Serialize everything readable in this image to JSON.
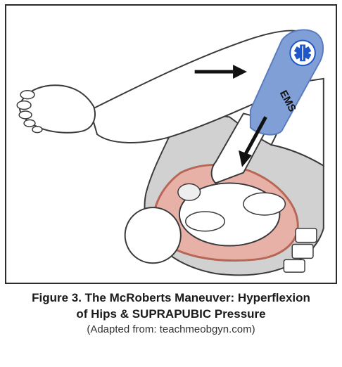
{
  "figure": {
    "ems_label": "EMS",
    "colors": {
      "outline": "#3a3a3a",
      "skin": "#ffffff",
      "pelvis_fill": "#cfcfcf",
      "glove": "#7f9fd6",
      "glove_dark": "#5a7cbf",
      "uterus": "#c87a6e",
      "arrow": "#111111",
      "star_of_life": "#1f57c9"
    }
  },
  "caption": {
    "line1": "Figure 3. The McRoberts Maneuver: Hyperflexion",
    "line2": "of Hips & SUPRAPUBIC Pressure",
    "line3": "(Adapted from: teachmeobgyn.com)"
  }
}
